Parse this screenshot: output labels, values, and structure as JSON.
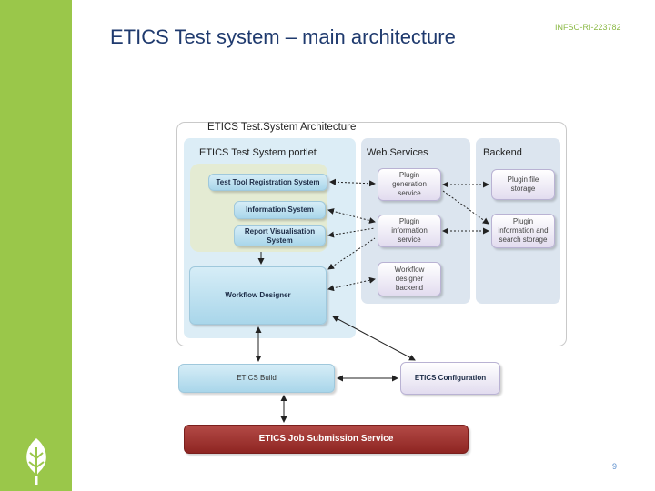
{
  "slide": {
    "title": "ETICS Test system – main architecture",
    "id": "INFSO-RI-223782",
    "page_number": "9"
  },
  "diagram": {
    "frame_title": "ETICS Test.System Architecture",
    "panels": {
      "portlet": "ETICS Test System portlet",
      "webservices": "Web.Services",
      "backend": "Backend"
    },
    "boxes": {
      "test_tool_registration": "Test Tool Registration System",
      "information_system": "Information System",
      "report_visualisation": "Report Visualisation System",
      "workflow_designer": "Workflow Designer",
      "plugin_generation": "Plugin generation service",
      "plugin_information": "Plugin information service",
      "workflow_backend": "Workflow designer backend",
      "plugin_file_storage": "Plugin file storage",
      "plugin_info_search": "Plugin information and search storage",
      "etics_build": "ETICS Build",
      "etics_configuration": "ETICS Configuration",
      "job_submission": "ETICS Job Submission Service"
    }
  },
  "colors": {
    "sidebar": "#9ac74a",
    "title": "#1f3a6e",
    "slide_id": "#8ab844",
    "job_submission": "#9e302c"
  }
}
